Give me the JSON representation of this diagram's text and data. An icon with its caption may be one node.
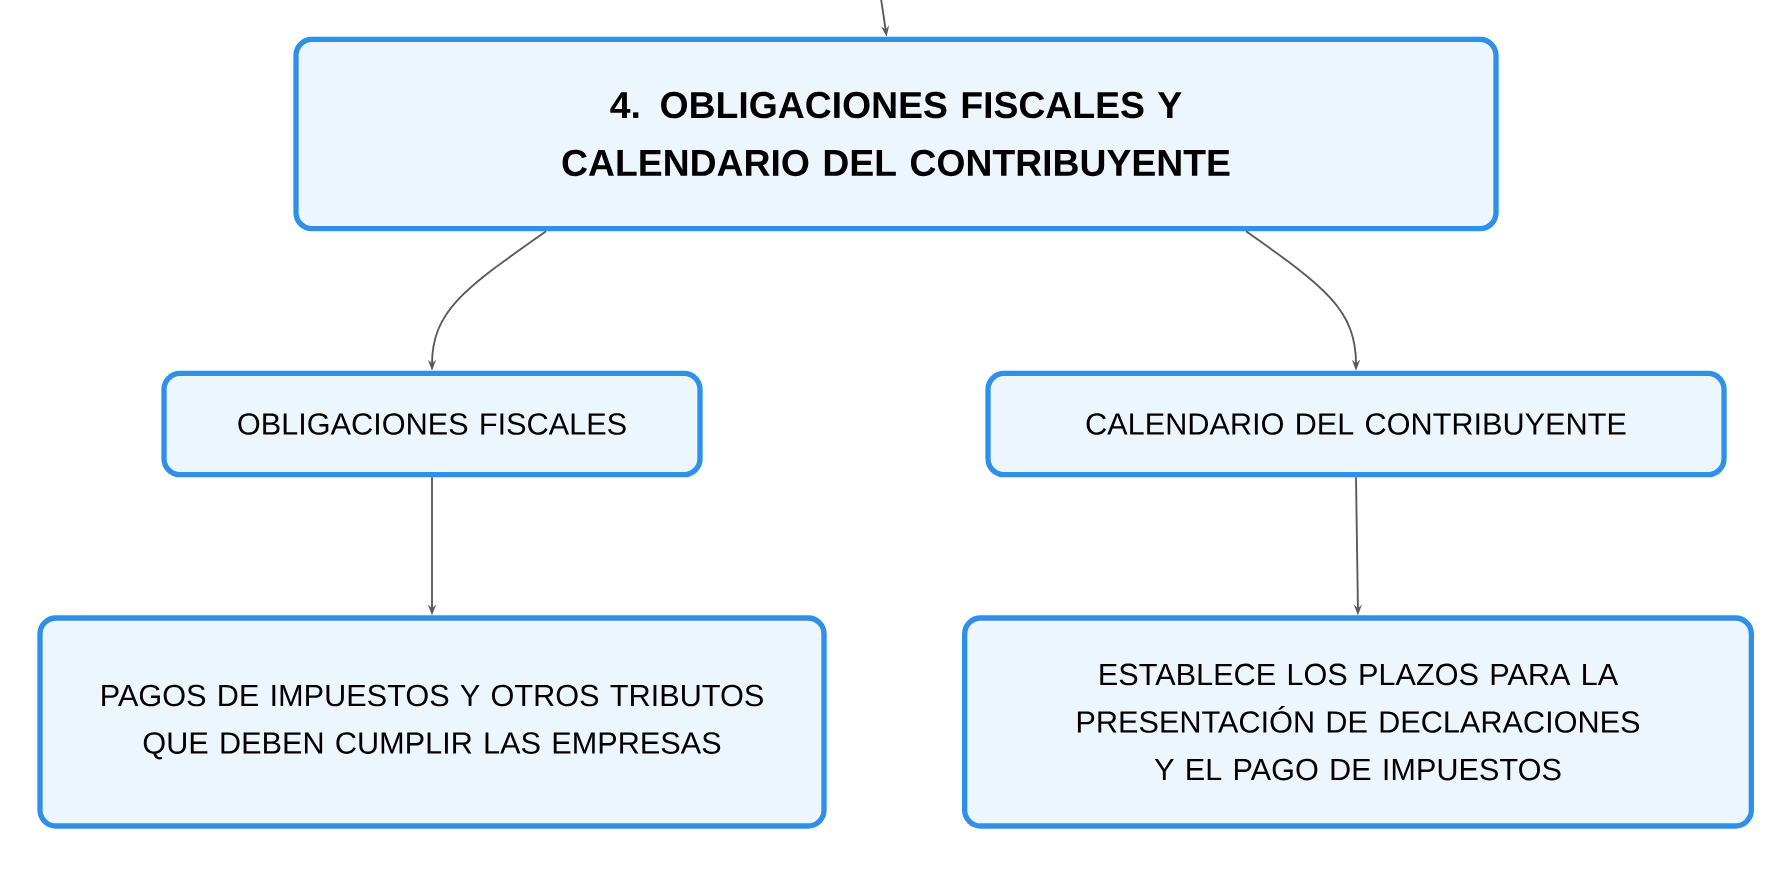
{
  "diagram": {
    "nodes": [
      {
        "text": [
          "4. OBLIGACIONES FISCALES Y CALENDARIO DEL CONTRIBUYENTE"
        ]
      },
      {
        "text": [
          "OBLIGACIONES FISCALES"
        ]
      },
      {
        "text": [
          "CALENDARIO DEL CONTRIBUYENTE"
        ]
      },
      {
        "text": [
          "PAGOS DE IMPUESTOS Y OTROS TRIBUTOS QUE DEBEN CUMPLIR LAS EMPRESAS"
        ]
      },
      {
        "text": [
          "ESTABLECE LOS PLAZOS PARA LA PRESENTACIÓN DE DECLARACIONES Y EL PAGO DE IMPUESTOS"
        ]
      }
    ],
    "edges": [
      {
        "from": null,
        "to": 0,
        "arrow": "to"
      },
      {
        "from": 0,
        "to": 1,
        "arrow": "to"
      },
      {
        "from": 0,
        "to": 2,
        "arrow": "to"
      },
      {
        "from": 1,
        "to": 3,
        "arrow": "to"
      },
      {
        "from": 2,
        "to": 4,
        "arrow": "to"
      }
    ]
  }
}
